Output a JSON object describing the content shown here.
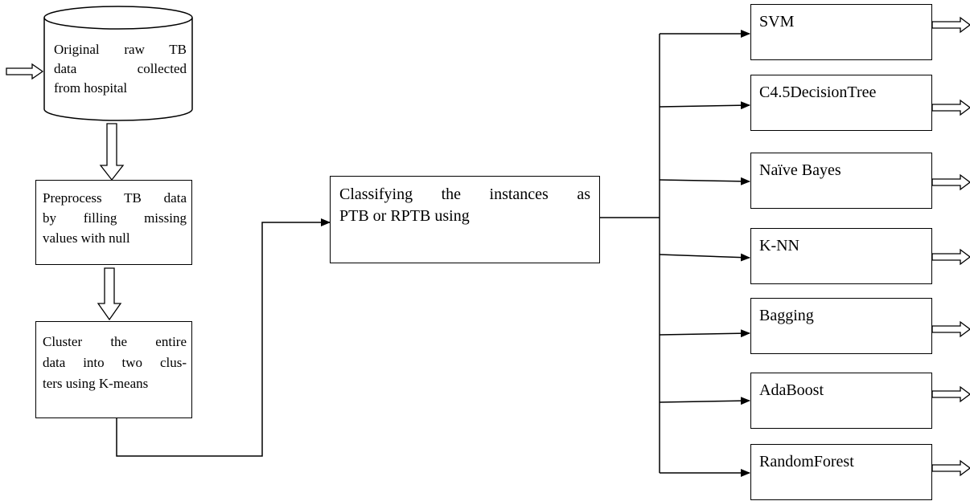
{
  "source": {
    "lines": [
      "Original raw TB",
      "data collected",
      "from hospital"
    ]
  },
  "preprocess": {
    "lines": [
      "Preprocess TB data",
      "by filling missing",
      "values with null"
    ]
  },
  "cluster": {
    "lines": [
      "Cluster the entire",
      "data into two clus-",
      "ters using K-means"
    ]
  },
  "classify": {
    "lines": [
      "Classifying the instances as",
      "PTB or RPTB using"
    ]
  },
  "classifiers": [
    "SVM",
    "C4.5DecisionTree",
    "Naïve Bayes",
    "K-NN",
    "Bagging",
    "AdaBoost",
    "RandomForest"
  ]
}
